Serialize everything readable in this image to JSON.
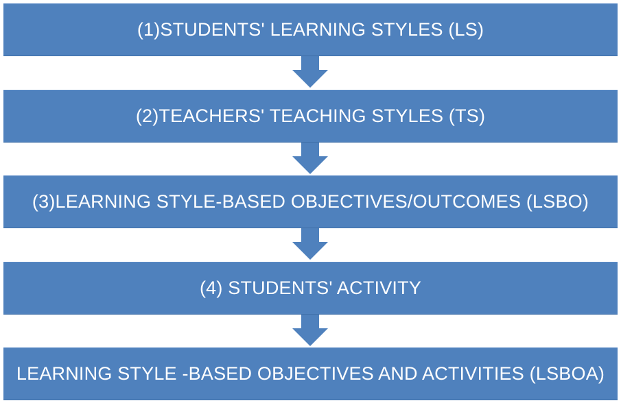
{
  "diagram": {
    "boxes": [
      {
        "label": "(1)STUDENTS' LEARNING STYLES (LS)"
      },
      {
        "label": "(2)TEACHERS' TEACHING STYLES (TS)"
      },
      {
        "label": "(3)LEARNING STYLE-BASED OBJECTIVES/OUTCOMES (LSBO)"
      },
      {
        "label": "(4) STUDENTS' ACTIVITY"
      },
      {
        "label": "LEARNING STYLE -BASED OBJECTIVES AND ACTIVITIES (LSBOA)"
      }
    ],
    "colors": {
      "box_fill": "#4f81bd",
      "arrow_fill": "#4f81bd",
      "text": "#ffffff"
    },
    "connectors": [
      "down-arrow-icon",
      "down-arrow-icon",
      "down-arrow-icon",
      "down-arrow-icon"
    ]
  }
}
